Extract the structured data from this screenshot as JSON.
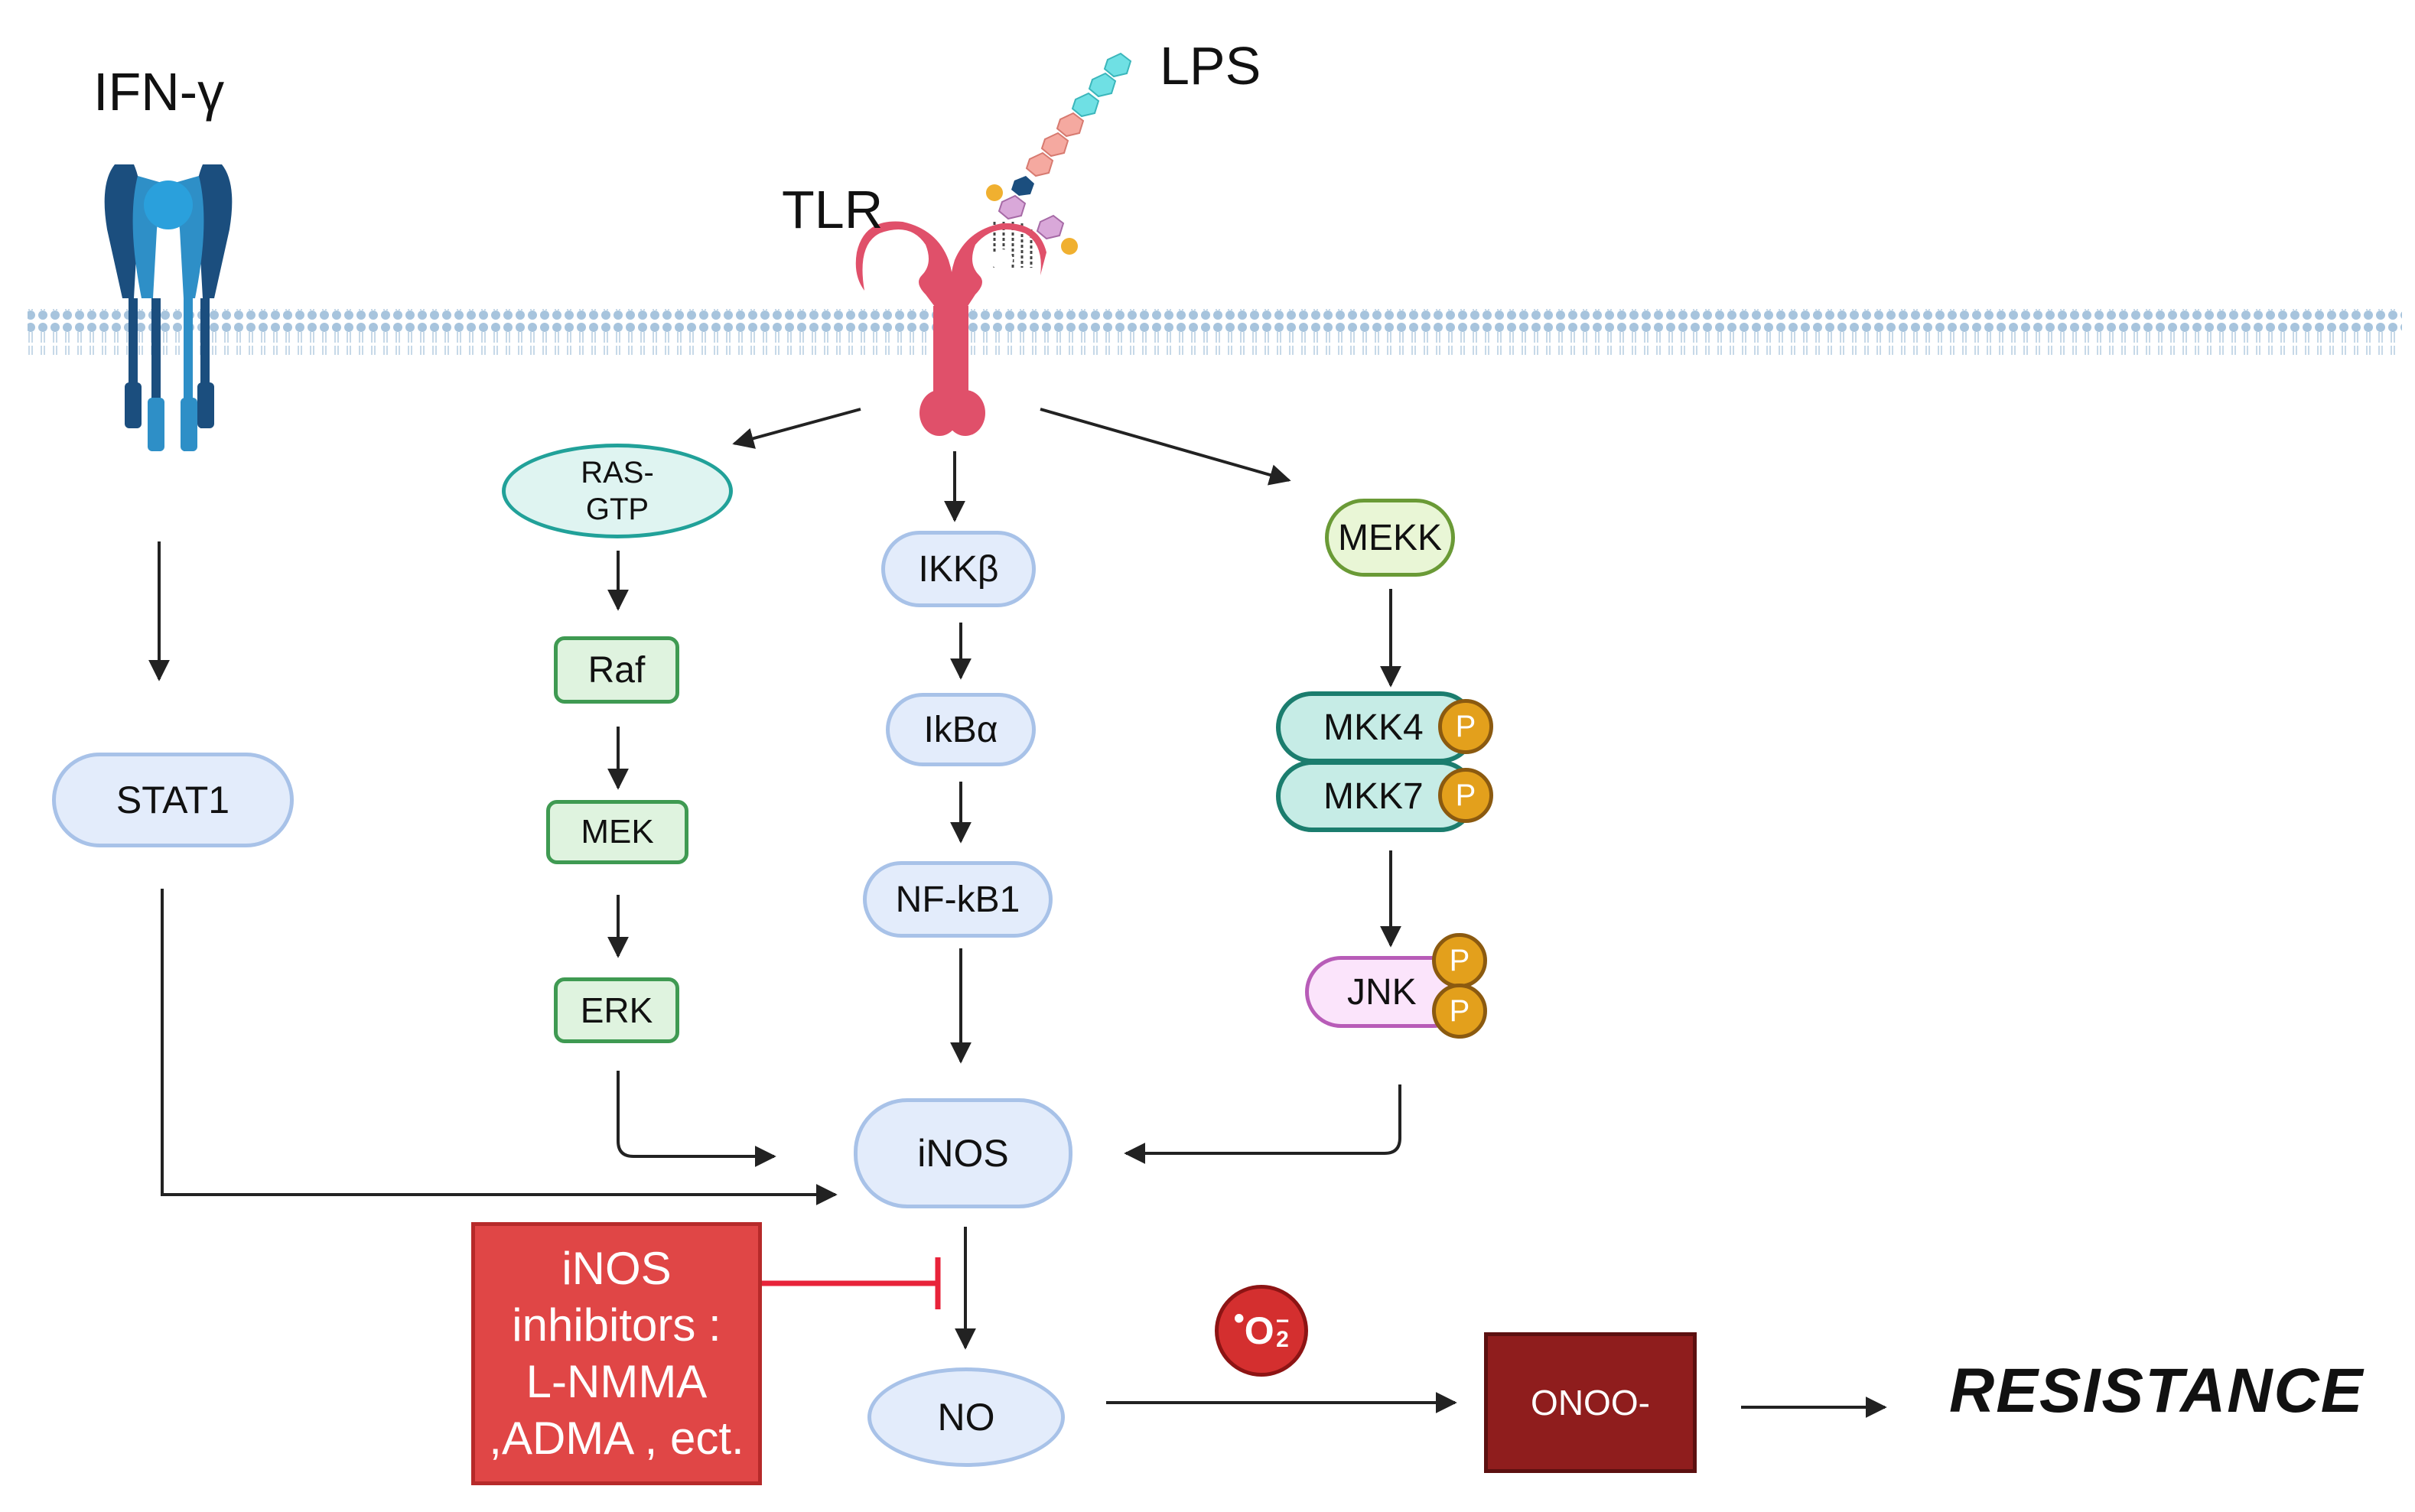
{
  "labels": {
    "ifn": "IFN-γ",
    "lps": "LPS",
    "tlr": "TLR",
    "stat1": "STAT1",
    "ras_line1": "RAS-",
    "ras_line2": "GTP",
    "raf": "Raf",
    "mek": "MEK",
    "erk": "ERK",
    "ikkb": "IKKβ",
    "ikba": "IkBα",
    "nfkb1": "NF-kB1",
    "mekk": "MEKK",
    "mkk4": "MKK4",
    "mkk7": "MKK7",
    "jnk": "JNK",
    "p": "P",
    "inos": "iNOS",
    "no": "NO",
    "superoxide_base": "O",
    "superoxide_sup": "−",
    "superoxide_sub": "2",
    "onoo": "ONOO-",
    "resistance": "RESISTANCE",
    "inhibitors_line1": "iNOS",
    "inhibitors_line2": "inhibitors :",
    "inhibitors_line3": "L-NMMA",
    "inhibitors_line4": ",ADMA , ect."
  },
  "colors": {
    "membrane": "#a7c4dd",
    "receptor_dark": "#1b4e7e",
    "receptor_light": "#2e8fc7",
    "tlr": "#e0506a",
    "inhibitor": "#e04646",
    "inhibition_line": "#e8233a",
    "onoo": "#8f1d1d",
    "phospho": "#e3a01c"
  }
}
